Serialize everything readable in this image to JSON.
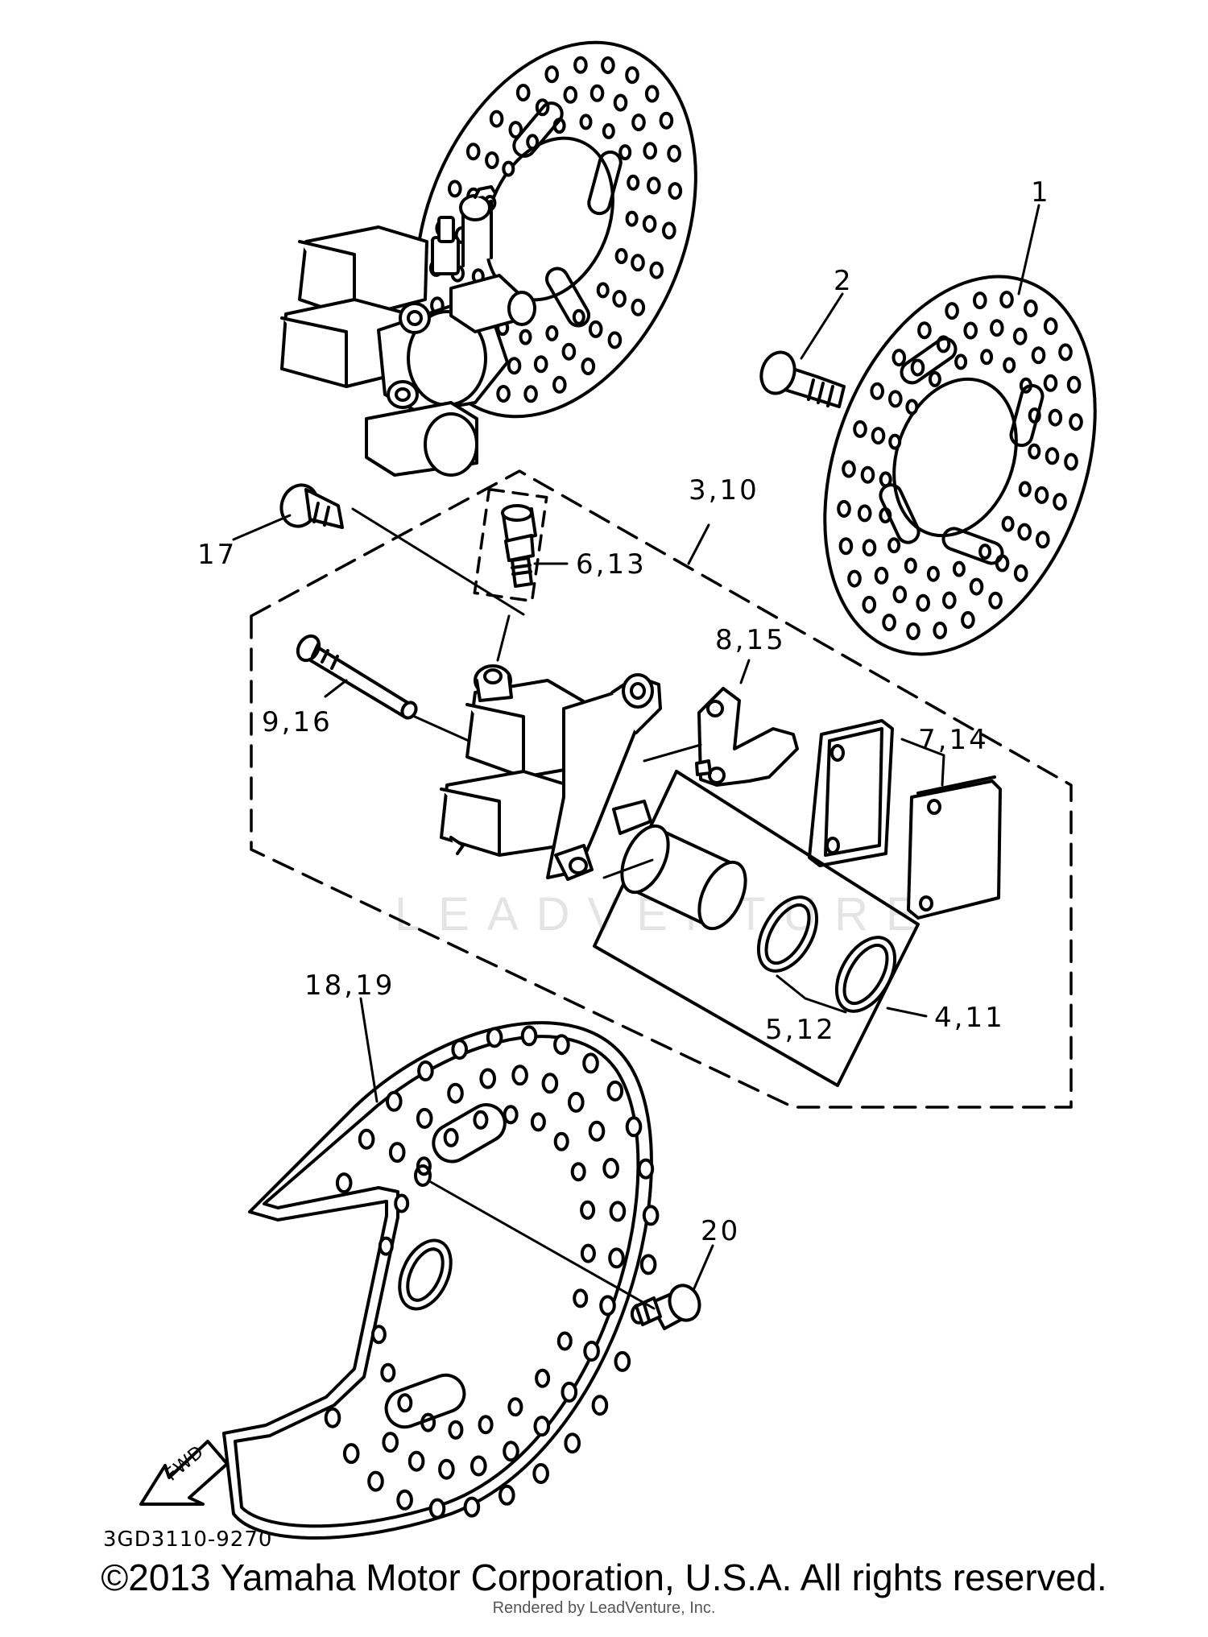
{
  "diagram": {
    "watermark": "LEADVENTURE",
    "fwd_label": "FWD",
    "drawing_code": "3GD3110-9270",
    "callouts": [
      {
        "id": "c1",
        "text": "1"
      },
      {
        "id": "c2",
        "text": "2"
      },
      {
        "id": "c3",
        "text": "3,10"
      },
      {
        "id": "c17",
        "text": "17"
      },
      {
        "id": "c6",
        "text": "6,13"
      },
      {
        "id": "c8",
        "text": "8,15"
      },
      {
        "id": "c9",
        "text": "9,16"
      },
      {
        "id": "c7",
        "text": "7,14"
      },
      {
        "id": "c18",
        "text": "18,19"
      },
      {
        "id": "c4",
        "text": "4,11"
      },
      {
        "id": "c5",
        "text": "5,12"
      },
      {
        "id": "c20",
        "text": "20"
      }
    ]
  },
  "footer": {
    "copyright": "©2013 Yamaha Motor Corporation, U.S.A. All rights reserved.",
    "rendered_by": "Rendered by LeadVenture, Inc."
  }
}
